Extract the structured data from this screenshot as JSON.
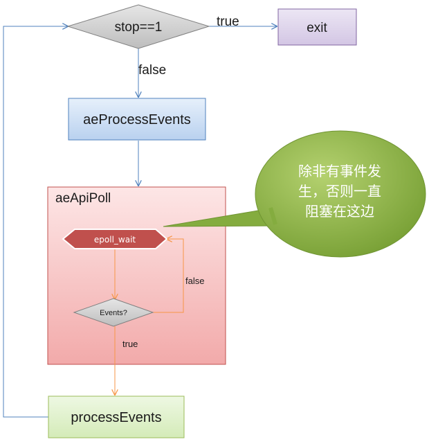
{
  "nodes": {
    "decision_stop": {
      "label": "stop==1"
    },
    "exit": {
      "label": "exit"
    },
    "ae_process_events": {
      "label": "aeProcessEvents"
    },
    "ae_api_poll": {
      "label": "aeApiPoll"
    },
    "epoll_wait": {
      "label": "epoll_wait"
    },
    "decision_events": {
      "label": "Events?"
    },
    "process_events": {
      "label": "processEvents"
    }
  },
  "edges": {
    "stop_true": {
      "label": "true"
    },
    "stop_false": {
      "label": "false"
    },
    "events_false": {
      "label": "false"
    },
    "events_true": {
      "label": "true"
    }
  },
  "callout": {
    "lines": [
      "除非有事件发",
      "生，否则一直",
      "阻塞在这边"
    ]
  },
  "colors": {
    "blue_edge": "#4f81bd",
    "orange_edge": "#f79646",
    "exit_fill": "#e4dcef",
    "process_fill": "#d9e7f8",
    "poll_fill": "#f6c4c4",
    "epoll_fill": "#c0504d",
    "green_fill": "#9bbb59",
    "final_fill": "#e4f2d2"
  }
}
